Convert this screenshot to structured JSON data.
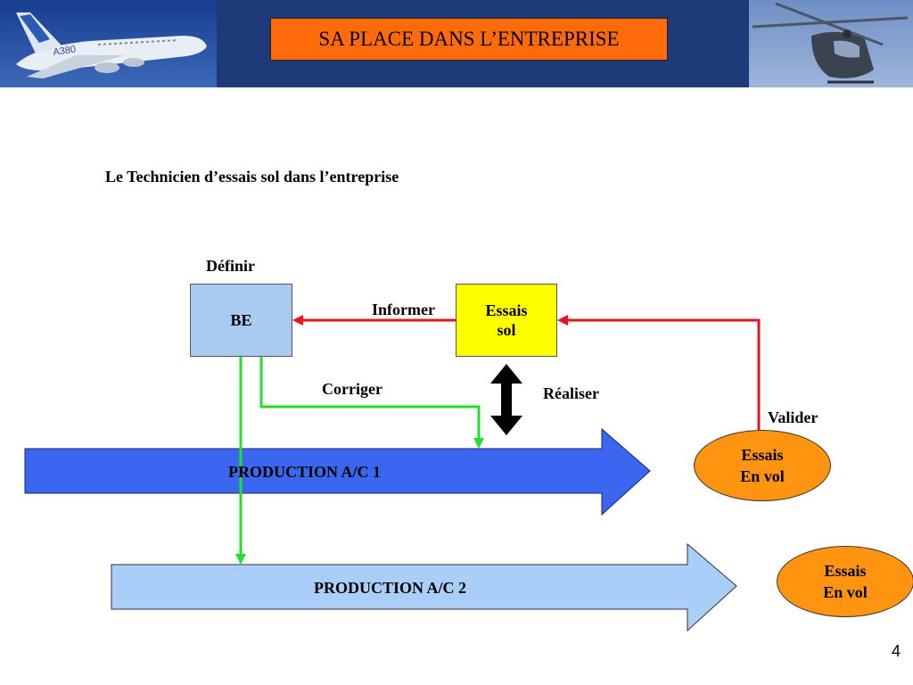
{
  "header": {
    "title": "SA PLACE DANS L’ENTREPRISE",
    "left_image": "a380-airplane-photo",
    "left_image_text": "A380",
    "right_image": "helicopter-photo",
    "background_color": "#1f3a78",
    "title_color": "#ff6a0a"
  },
  "subtitle": "Le Technicien d’essais sol dans l’entreprise",
  "diagram": {
    "labels": {
      "definir": "Définir",
      "informer": "Informer",
      "corriger": "Corriger",
      "realiser": "Réaliser",
      "valider": "Valider"
    },
    "be_box": {
      "line1": "",
      "line2": "BE",
      "color": "#a8cbf1"
    },
    "essais_sol_box": {
      "line1": "Essais",
      "line2": "sol",
      "color": "#ffff00"
    },
    "essais_vol_1": {
      "line1": "Essais",
      "line2": "En vol",
      "color": "#ff9410"
    },
    "essais_vol_2": {
      "line1": "Essais",
      "line2": "En vol",
      "color": "#ff9410"
    },
    "production_1": {
      "label": "PRODUCTION A/C 1",
      "color": "#3a66f0"
    },
    "production_2": {
      "label": "PRODUCTION A/C 2",
      "color": "#a9cff8"
    },
    "arrow_colors": {
      "red": "#e8161c",
      "green": "#22e02a",
      "black": "#000000"
    }
  },
  "page_number": "4"
}
